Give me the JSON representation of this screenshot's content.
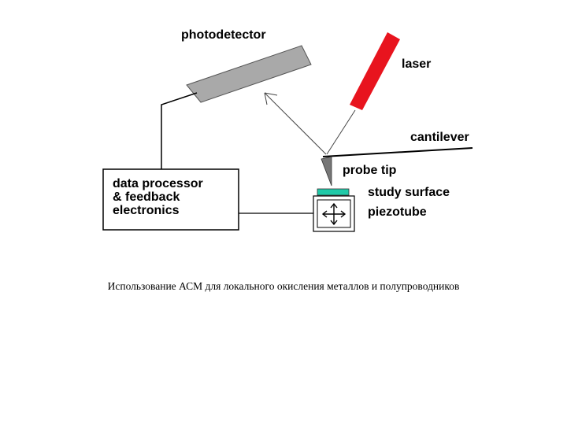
{
  "diagram": {
    "labels": {
      "photodetector": "photodetector",
      "laser": "laser",
      "cantilever": "cantilever",
      "probe_tip": "probe tip",
      "study_surface": "study surface",
      "piezotube": "piezotube",
      "processor_line1": "data processor",
      "processor_line2": "& feedback",
      "processor_line3": "electronics"
    },
    "colors": {
      "laser": "#e8141e",
      "photodetector": "#a9a9a9",
      "probe_tip": "#777777",
      "study_surface": "#20c9a8",
      "lines": "#000000",
      "beam": "#444444"
    }
  },
  "caption": "Использование АСМ для локального окисления металлов и полупроводников"
}
